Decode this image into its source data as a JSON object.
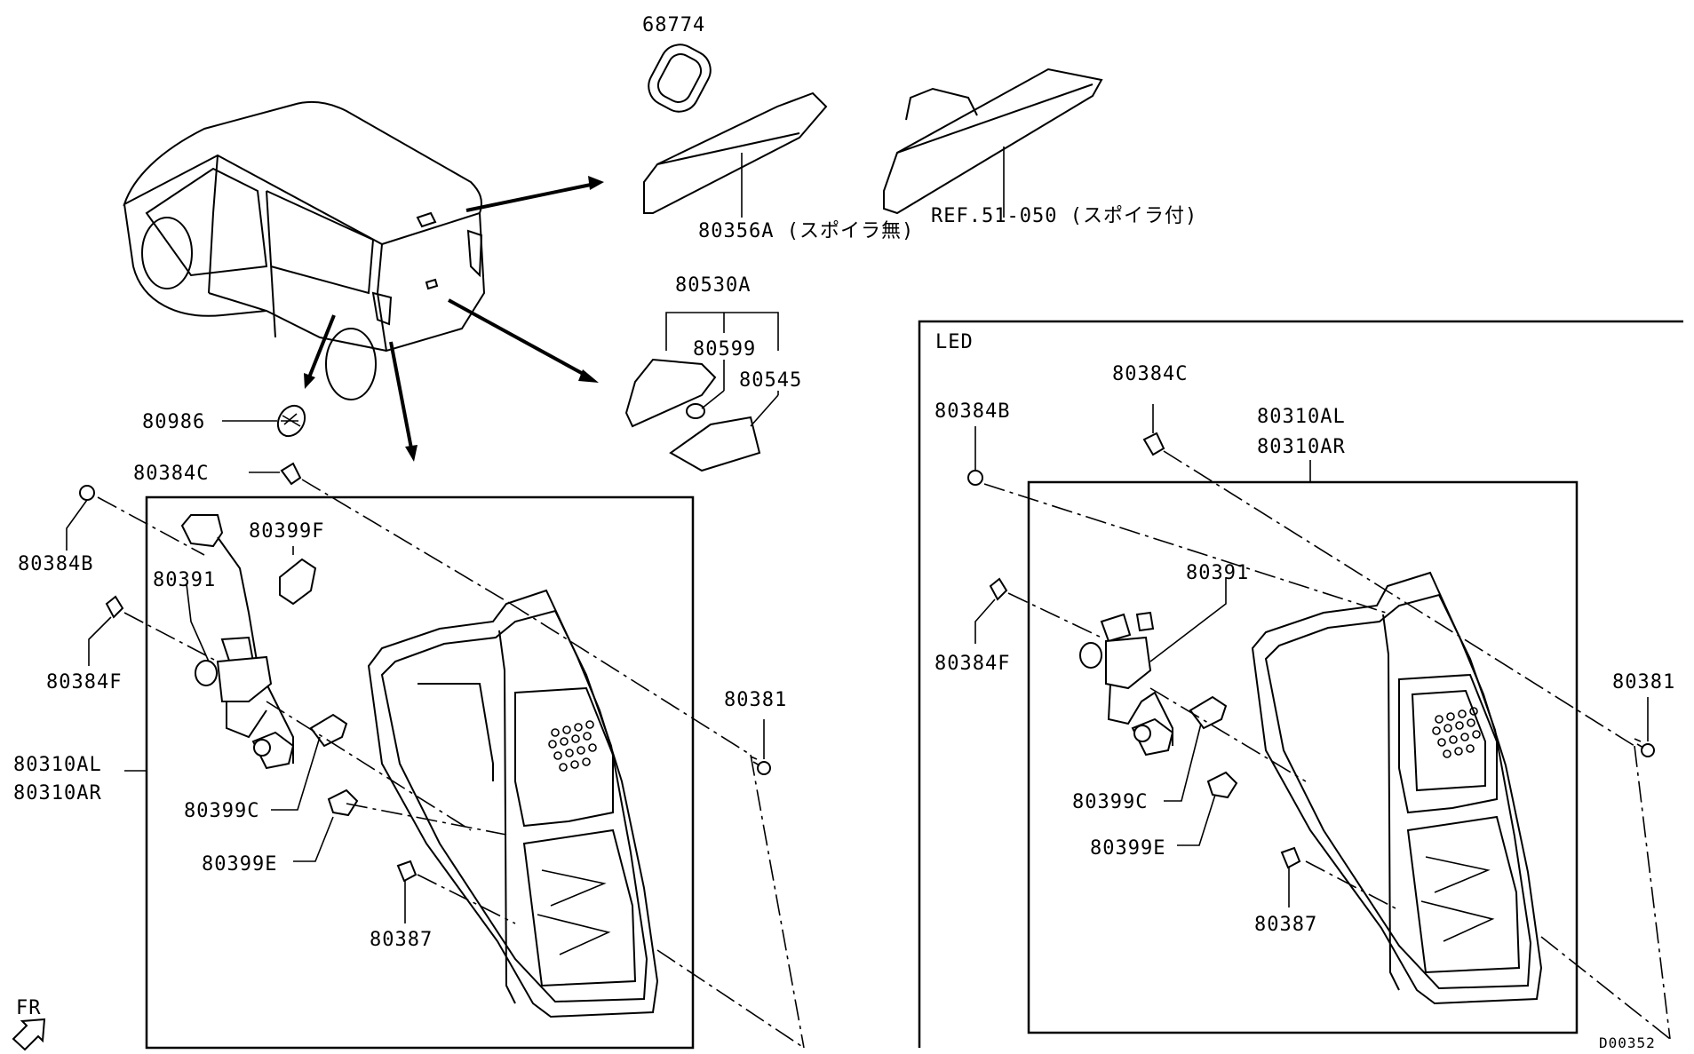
{
  "labels": {
    "p68774": "68774",
    "p80356A": "80356A (スポイラ無)",
    "ref51050": "REF.51-050 (スポイラ付)",
    "p80530A": "80530A",
    "p80599": "80599",
    "p80545": "80545",
    "p80986": "80986",
    "p80384C_left": "80384C",
    "p80384B_left": "80384B",
    "p80399F": "80399F",
    "p80391_left": "80391",
    "p80384F_left": "80384F",
    "p80310AL_left": "80310AL",
    "p80310AR_left": "80310AR",
    "p80399C_left": "80399C",
    "p80399E_left": "80399E",
    "p80387_left": "80387",
    "p80381_left": "80381",
    "fr": "FR",
    "led": "LED",
    "p80384C_right": "80384C",
    "p80384B_right": "80384B",
    "p80310AL_right": "80310AL",
    "p80310AR_right": "80310AR",
    "p80391_right": "80391",
    "p80384F_right": "80384F",
    "p80381_right": "80381",
    "p80399C_right": "80399C",
    "p80399E_right": "80399E",
    "p80387_right": "80387",
    "diagram_code": "D00352"
  }
}
